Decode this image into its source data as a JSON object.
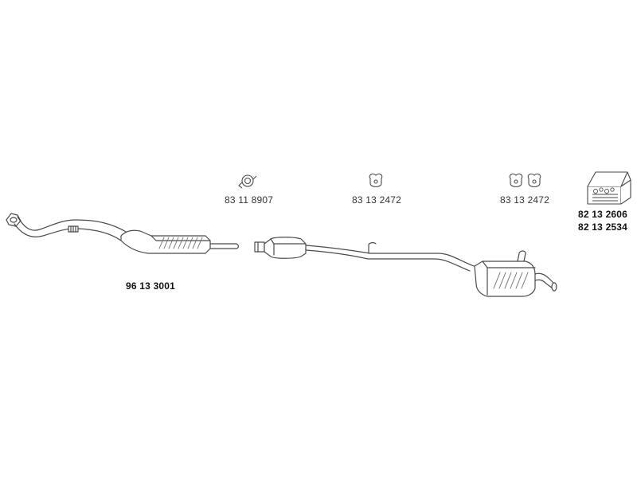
{
  "colors": {
    "line": "#4a4a4a",
    "fill": "#ffffff",
    "hatch": "#6a6a6a",
    "text": "#333333",
    "text_bold": "#111111"
  },
  "parts": {
    "front_pipe_number": "96 13 3001",
    "clamp_number": "83 11 8907",
    "hanger_middle_number": "83 13 2472",
    "hanger_rear_number": "83 13 2472",
    "kit_number_1": "82 13 2606",
    "kit_number_2": "82 13 2534"
  },
  "icons": {
    "clamp": "pipe-clamp-icon",
    "hanger": "rubber-hanger-icon",
    "kit": "mounting-kit-box-icon"
  }
}
